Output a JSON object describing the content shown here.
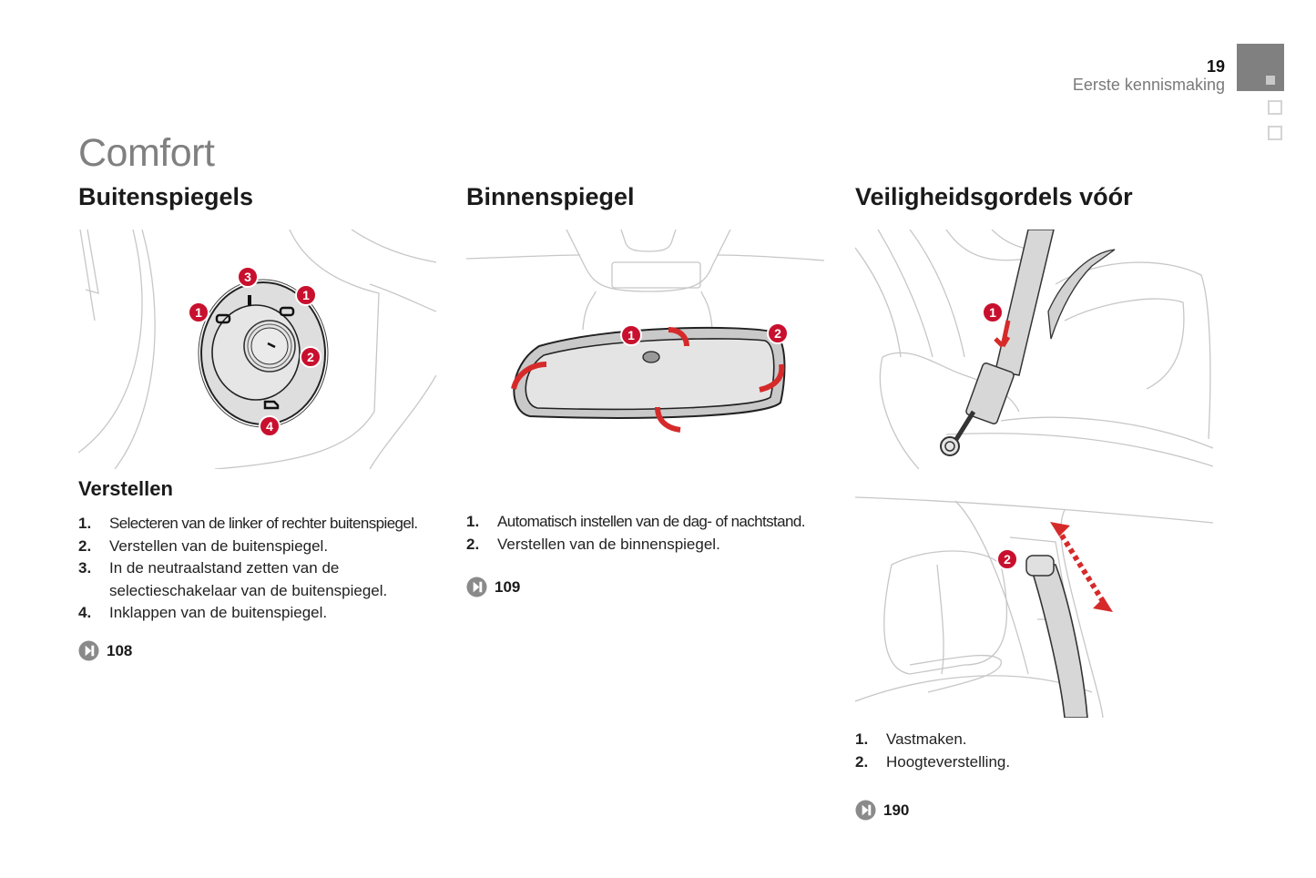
{
  "header": {
    "page_number": "19",
    "chapter": "Eerste kennismaking",
    "tab_indicator": {
      "active_index": 0,
      "count": 3
    }
  },
  "title": "Comfort",
  "sections": [
    {
      "heading": "Buitenspiegels",
      "illustration": {
        "icon": "mirror-control-knob-illustration",
        "callouts": [
          "1",
          "3",
          "1",
          "2",
          "4"
        ]
      },
      "subheading": "Verstellen",
      "items": [
        {
          "num": "1.",
          "text": "Selecteren van de linker of rechter buitenspiegel."
        },
        {
          "num": "2.",
          "text": "Verstellen van de buitenspiegel."
        },
        {
          "num": "3.",
          "text": "In de neutraalstand zetten van de selectieschakelaar van de buitenspiegel."
        },
        {
          "num": "4.",
          "text": "Inklappen van de buitenspiegel."
        }
      ],
      "reference": {
        "icon": "page-reference-icon",
        "page": "108"
      }
    },
    {
      "heading": "Binnenspiegel",
      "illustration": {
        "icon": "interior-mirror-illustration",
        "callouts": [
          "1",
          "2"
        ]
      },
      "items": [
        {
          "num": "1.",
          "text": "Automatisch instellen van de dag- of nachtstand."
        },
        {
          "num": "2.",
          "text": "Verstellen van de binnenspiegel."
        }
      ],
      "reference": {
        "icon": "page-reference-icon",
        "page": "109"
      }
    },
    {
      "heading": "Veiligheidsgordels vóór",
      "illustrations": [
        {
          "icon": "seatbelt-buckle-illustration",
          "callouts": [
            "1"
          ]
        },
        {
          "icon": "seatbelt-height-illustration",
          "callouts": [
            "2"
          ]
        }
      ],
      "items": [
        {
          "num": "1.",
          "text": "Vastmaken."
        },
        {
          "num": "2.",
          "text": "Hoogteverstelling."
        }
      ],
      "reference": {
        "icon": "page-reference-icon",
        "page": "190"
      }
    }
  ],
  "colors": {
    "callout_red": "#c8102e",
    "title_gray": "#808080",
    "tab_gray": "#808080"
  }
}
